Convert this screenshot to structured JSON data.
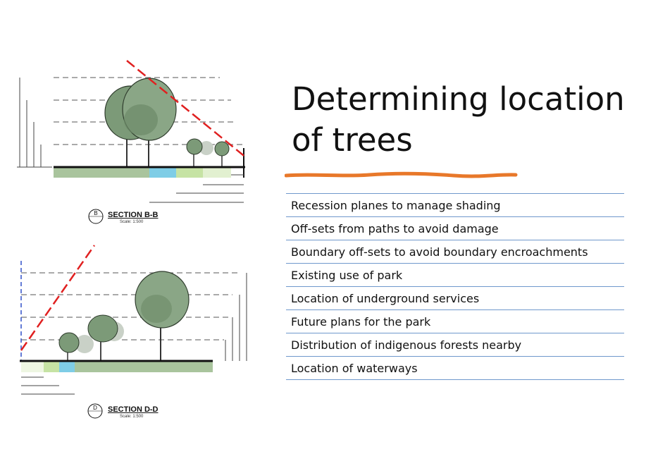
{
  "slide": {
    "title": "Determining location of trees",
    "accent_color": "#e8782a",
    "divider_color": "#6f98cc",
    "bullets": [
      "Recession planes to manage shading",
      "Off-sets from paths to avoid damage",
      "Boundary off-sets to avoid boundary encroachments",
      "Existing use of park",
      "Location of underground services",
      "Future plans for the park",
      "Distribution of indigenous forests nearby",
      "Location of waterways"
    ]
  },
  "sections": [
    {
      "marker": "B",
      "title": "SECTION B-B",
      "scale": "Scale: 1:500"
    },
    {
      "marker": "D",
      "title": "SECTION D-D",
      "scale": "Scale: 1:500"
    }
  ],
  "colors": {
    "recession_plane": "#e02020",
    "tree_foliage": "#7c9a78",
    "ground_green": "#a9c49d",
    "light_green": "#c6e3a4",
    "water_blue": "#7fcde6"
  }
}
